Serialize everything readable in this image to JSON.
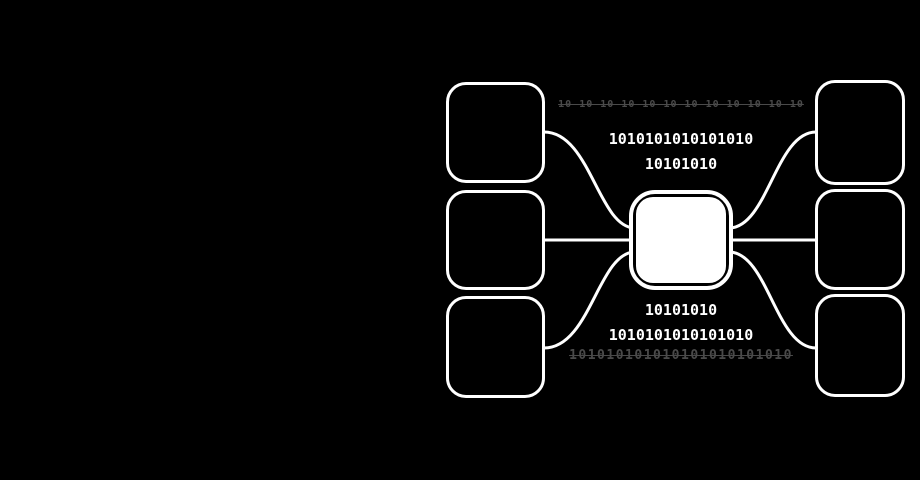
{
  "colors": {
    "background": "#000000",
    "accent": "#ffffff",
    "faint_text": "#4a4a4a"
  },
  "diagram": {
    "description": "data-hub-network",
    "hub": {
      "label": ""
    },
    "nodes": {
      "left": [
        {
          "label": ""
        },
        {
          "label": ""
        },
        {
          "label": ""
        }
      ],
      "right": [
        {
          "label": ""
        },
        {
          "label": ""
        },
        {
          "label": ""
        }
      ]
    },
    "binary": {
      "top_rows": [
        {
          "text": "10 10 10 10 10 10 10 10 10 10 10 10",
          "faint": true
        },
        {
          "text": "1010101010101010",
          "faint": false
        },
        {
          "text": "10101010",
          "faint": false
        }
      ],
      "bottom_rows": [
        {
          "text": "10101010",
          "faint": false
        },
        {
          "text": "1010101010101010",
          "faint": false
        },
        {
          "text": "101010101010101010101010",
          "faint": true
        }
      ]
    }
  }
}
